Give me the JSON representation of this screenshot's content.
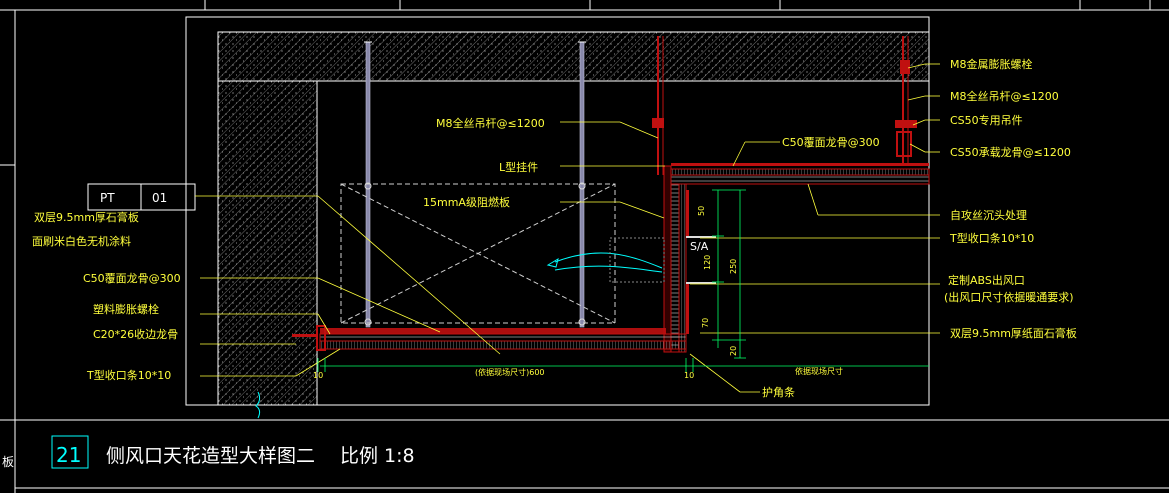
{
  "drawing": {
    "detail_number": "21",
    "title": "侧风口天花造型大样图二",
    "scale_label": "比例 1:8",
    "edge_char": "板",
    "tag": {
      "code": "PT",
      "number": "01"
    },
    "left_labels": {
      "board_note_1": "双层9.5mm厚石膏板",
      "board_note_2": "面刷米白色无机涂料",
      "c50_channel": "C50覆面龙骨@300",
      "plastic_anchor": "塑料膨胀螺栓",
      "c20_edge": "C20*26收边龙骨",
      "t_trim_left": "T型收口条10*10"
    },
    "center_labels": {
      "m8_rod": "M8全丝吊杆@≤1200",
      "l_hanger": "L型挂件",
      "fire_board": "15mmA级阻燃板",
      "sa": "S/A"
    },
    "right_labels": {
      "m8_anchor": "M8金属膨胀螺栓",
      "m8_rod": "M8全丝吊杆@≤1200",
      "cs50_hanger": "CS50专用吊件",
      "cs50_main": "CS50承载龙骨@≤1200",
      "c50_channel": "C50覆面龙骨@300",
      "self_tap": "自攻丝沉头处理",
      "t_trim": "T型收口条10*10",
      "abs_vent_1": "定制ABS出风口",
      "abs_vent_2": "(出风口尺寸依据暖通要求)",
      "double_board": "双层9.5mm厚纸面石膏板",
      "shadow_gap": "护角条"
    },
    "dimensions": {
      "d50": "50",
      "d120": "120",
      "d250": "250",
      "d70": "70",
      "d20": "20",
      "d10a": "10",
      "d10b": "10",
      "span_left": "(依据现场尺寸)600",
      "span_right": "依据现场尺寸"
    }
  }
}
